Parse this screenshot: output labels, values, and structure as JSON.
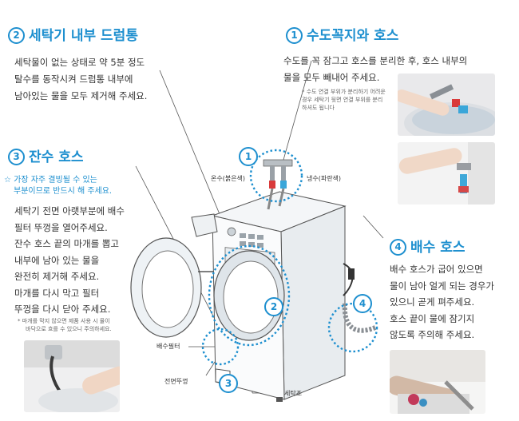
{
  "sections": {
    "drum": {
      "number": "2",
      "title": "세탁기 내부 드럼통",
      "lines": [
        "세탁물이 없는 상태로 약 5분 정도",
        "탈수를 동작시켜 드럼통 내부에",
        "남아있는 물을 모두 제거해 주세요."
      ]
    },
    "faucet": {
      "number": "1",
      "title": "수도꼭지와 호스",
      "lines": [
        "수도를 꼭 잠그고 호스를 분리한 후,  호스 내부의",
        "물을 모두 빼내어 주세요."
      ],
      "note": [
        "* 수도 연결 부위가 분리하기 어려운",
        "경우 세탁기 뒷면 연결 부위를 분리",
        "하셔도 됩니다"
      ]
    },
    "residual": {
      "number": "3",
      "title": "잔수 호스",
      "highlight": [
        "☆ 가장 자주 결빙될 수 있는",
        "부분이므로 반드시 해 주세요."
      ],
      "lines": [
        "세탁기 전면 아랫부분에 배수",
        "필터 뚜껑을 열어주세요.",
        "잔수 호스 끝의 마개를 뽑고",
        "내부에 남아 있는 물을",
        "완전히 제거해 주세요.",
        "마개를 다시 막고 필터",
        "뚜껑을 다시 닫아 주세요."
      ],
      "note": [
        "* 마개를 막지 않으면 제품 사용 시 물이",
        "바닥으로 흐를 수 있으니 주의하세요."
      ]
    },
    "drain": {
      "number": "4",
      "title": "배수 호스",
      "lines": [
        "배수 호스가 굽어 있으면",
        "물이 남아 얼게 되는 경우가",
        "있으니 곧게 펴주세요.",
        "호스 끝이 물에 잠기지",
        "않도록 주의해 주세요."
      ]
    }
  },
  "labels": {
    "hot": "온수(붉은색)",
    "cold": "냉수(파란색)",
    "filter": "배수필터",
    "front_cover": "전면뚜껑",
    "tub": "세탁조"
  },
  "bubbles": {
    "b1": "1",
    "b2": "2",
    "b3": "3",
    "b4": "4"
  },
  "colors": {
    "accent": "#1d8fcf",
    "text": "#333333"
  }
}
